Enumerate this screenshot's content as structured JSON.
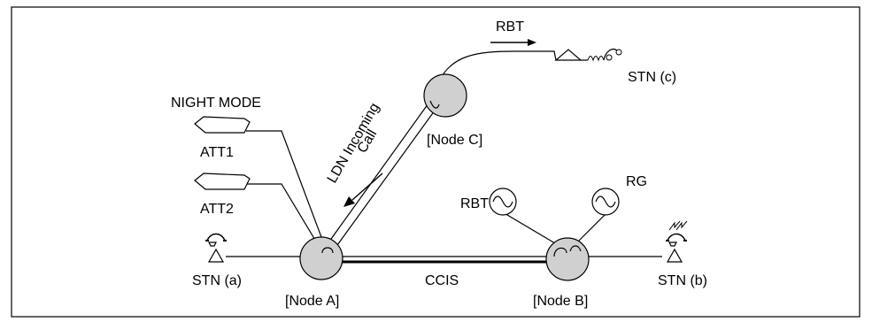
{
  "nodes": {
    "a": "[Node A]",
    "b": "[Node B]",
    "c": "[Node C]"
  },
  "stations": {
    "a": "STN (a)",
    "b": "STN (b)",
    "c": "STN (c)"
  },
  "attendants": {
    "att1": "ATT1",
    "att2": "ATT2"
  },
  "night_mode": "NIGHT MODE",
  "call": {
    "line1": "LDN Incoming",
    "line2": "Call"
  },
  "link": "CCIS",
  "rbt_c": "RBT",
  "rbt_b": "RBT",
  "rg_b": "RG",
  "colors": {
    "node_fill": "#d0d0d0",
    "line": "#000000",
    "background": "#ffffff"
  },
  "icons": {
    "attendant": "attendant-console-icon",
    "telephone": "telephone-icon",
    "station_c": "station-antenna-icon",
    "tone": "tone-generator-icon"
  }
}
